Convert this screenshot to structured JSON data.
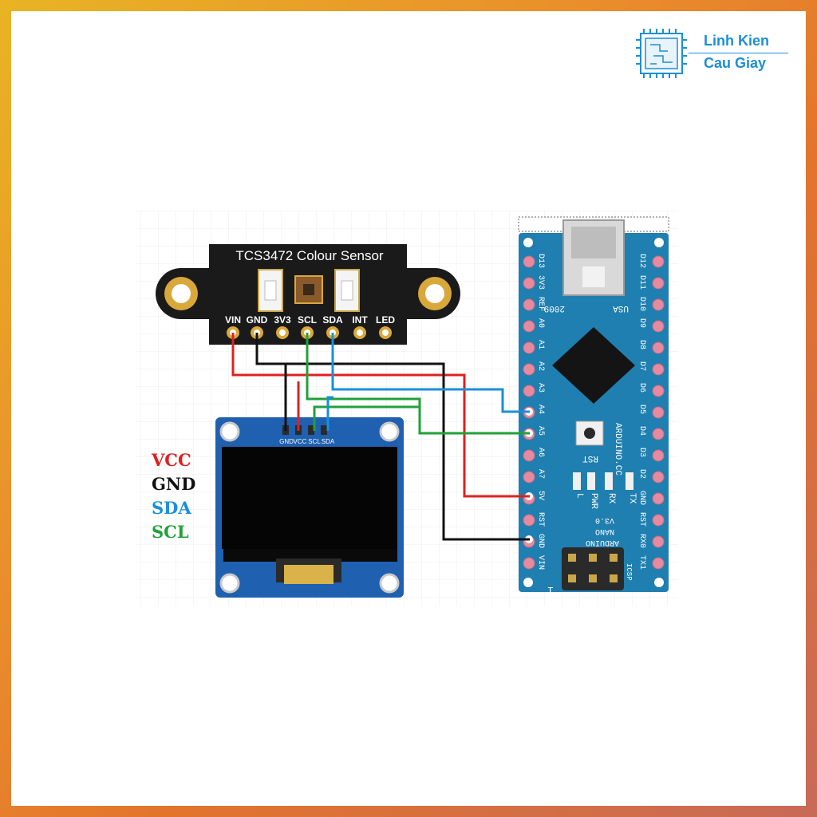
{
  "brand": {
    "line1": "Linh Kien",
    "line2": "Cau Giay"
  },
  "sensor": {
    "title": "TCS3472 Colour Sensor",
    "pins": [
      "VIN",
      "GND",
      "3V3",
      "SCL",
      "SDA",
      "INT",
      "LED"
    ]
  },
  "oled": {
    "pins": [
      "GND",
      "VCC",
      "SCL",
      "SDA"
    ]
  },
  "legend": [
    {
      "label": "VCC",
      "color": "#e02020"
    },
    {
      "label": "GND",
      "color": "#111111"
    },
    {
      "label": "SDA",
      "color": "#1a8fdb"
    },
    {
      "label": "SCL",
      "color": "#22a03a"
    }
  ],
  "arduino": {
    "left_pins": [
      "D13",
      "3V3",
      "REF",
      "A0",
      "A1",
      "A2",
      "A3",
      "A4",
      "A5",
      "A6",
      "A7",
      "5V",
      "RST",
      "GND",
      "VIN"
    ],
    "right_pins": [
      "D12",
      "D11",
      "D10",
      "D9",
      "D8",
      "D7",
      "D6",
      "D5",
      "D4",
      "D3",
      "D2",
      "GND",
      "RST",
      "RX0",
      "TX1"
    ],
    "labels": {
      "year": "2009",
      "usa": "USA",
      "site": "ARDUINO.CC",
      "rst": "RST",
      "leds": [
        "L",
        "PWR",
        "RX",
        "TX"
      ],
      "board_name1": "ARDUINO",
      "board_name2": "NANO",
      "board_ver": "V3.0",
      "icsp": "ICSP",
      "one": "1"
    }
  },
  "colors": {
    "vcc": "#e02020",
    "gnd": "#111111",
    "sda": "#1a8fdb",
    "scl": "#22a03a",
    "board": "#1f7fb0",
    "pcb_black": "#1a1a1a"
  }
}
